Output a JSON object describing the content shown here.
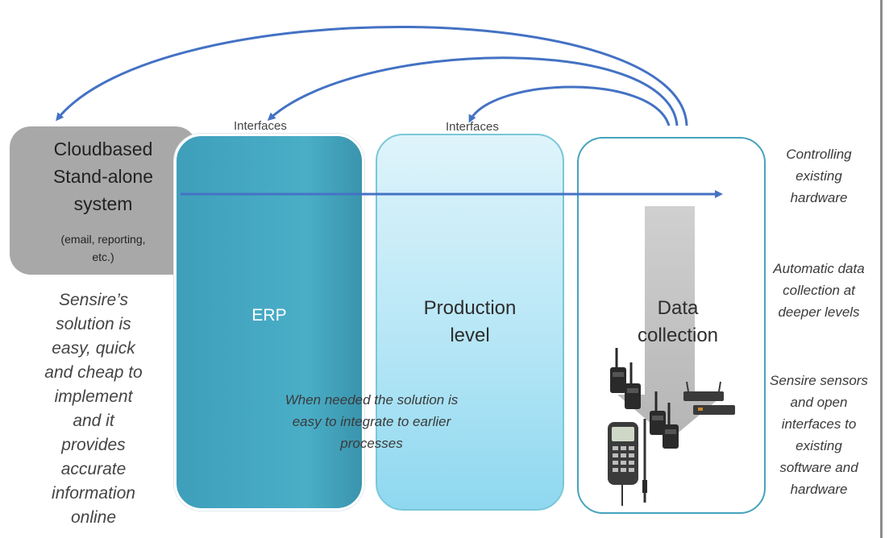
{
  "boxes": {
    "cloud_title_lines": [
      "Cloudbased",
      "Stand-alone",
      "system"
    ],
    "cloud_sub_lines": [
      "(email, reporting,",
      "etc.)"
    ],
    "erp": "ERP",
    "production_lines": [
      "Production",
      "level"
    ],
    "data_collection_lines": [
      "Data",
      "collection"
    ]
  },
  "interfaces": [
    "Interfaces",
    "Interfaces"
  ],
  "left_quote_lines": [
    "Sensire’s",
    "solution is",
    "easy, quick",
    "and cheap to",
    "implement",
    "and it",
    "provides",
    "accurate",
    "information",
    "online"
  ],
  "center_note_lines": [
    "When needed the solution is",
    "easy to integrate to earlier",
    "processes"
  ],
  "side_notes": [
    [
      "Controlling",
      "existing",
      "hardware"
    ],
    [
      "Automatic data",
      "collection at",
      "deeper levels"
    ],
    [
      "Sensire sensors",
      "and open",
      "interfaces to",
      "existing",
      "software and",
      "hardware"
    ]
  ],
  "colors": {
    "arrow": "#4472c4",
    "erp_fill": "#4aaec7",
    "production_fill": "#b6e6f6",
    "data_border": "#45a3bd",
    "cloud_fill": "#a8a8a8"
  }
}
